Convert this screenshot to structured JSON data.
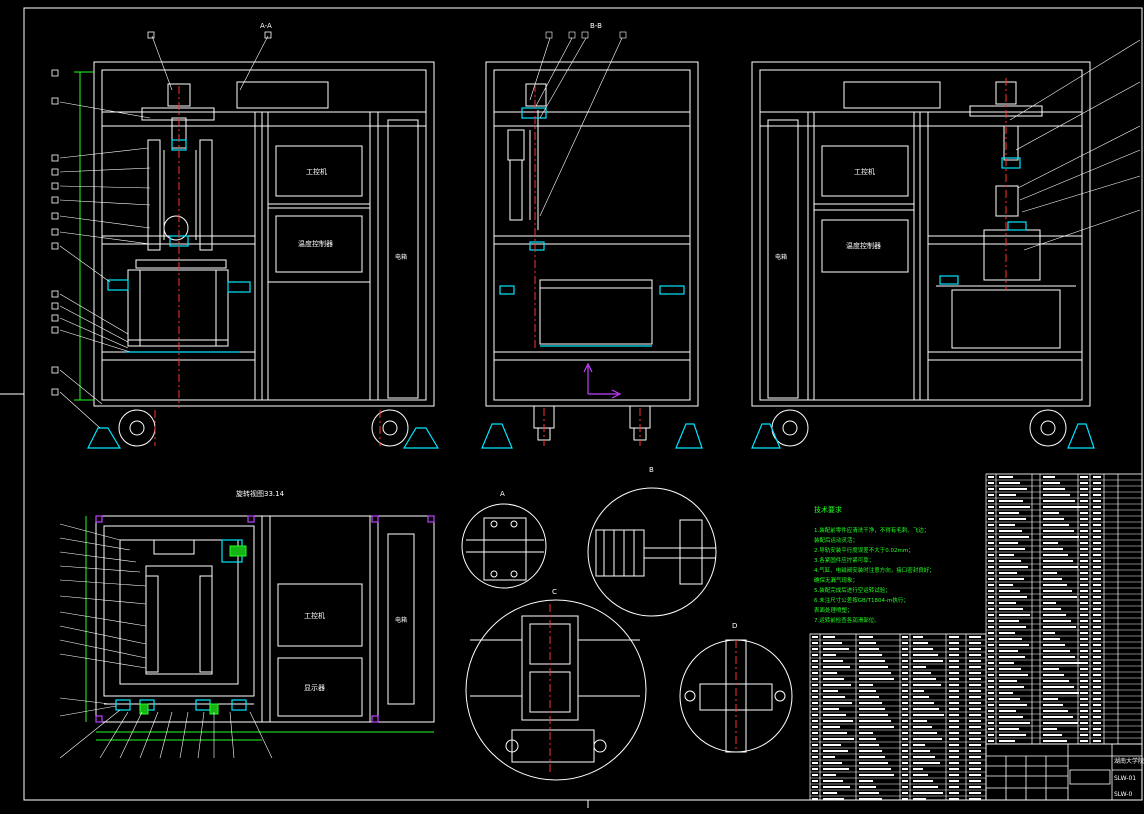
{
  "colors": {
    "background": "#000000",
    "outline": "#ffffff",
    "accent": "#00e5ff",
    "centerline": "#ff3030",
    "axis": "#c040ff",
    "notes": "#22ff22",
    "leader": "#ffffff"
  },
  "views": {
    "section_a_title": "A-A",
    "section_b_title": "B-B",
    "plan_title": "旋转视图33.14",
    "detail_a_title": "A",
    "detail_b_title": "B",
    "detail_c_title": "C",
    "detail_d_title": "D"
  },
  "panels": {
    "front_computer": "工控机",
    "front_controller": "温度控制器",
    "front_cabinet": "电箱",
    "side_computer": "工控机",
    "side_controller": "温度控制器",
    "side_cabinet": "电箱",
    "plan_computer": "工控机",
    "plan_display": "显示器",
    "plan_cabinet": "电箱"
  },
  "notes": {
    "title": "技术要求",
    "lines": [
      "1.装配前零件应清洗干净，不得有毛刺、飞边；",
      "  装配后运动灵活；",
      "2.导轨安装平行度误差不大于0.02mm；",
      "3.各紧固件应拧紧可靠；",
      "4.气缸、电磁阀安装时注意方向，接口密封良好；",
      "  确保无漏气现象；",
      "5.装配完成后进行空运转试验；",
      "6.未注尺寸公差按GB/T1804-m执行；",
      "  表面处理喷塑；",
      "7.运转前检查各润滑部位。"
    ]
  },
  "title_block": {
    "school": "湖南大学院",
    "drawing_no": "SLW-01",
    "sheet": "SLW-0"
  }
}
